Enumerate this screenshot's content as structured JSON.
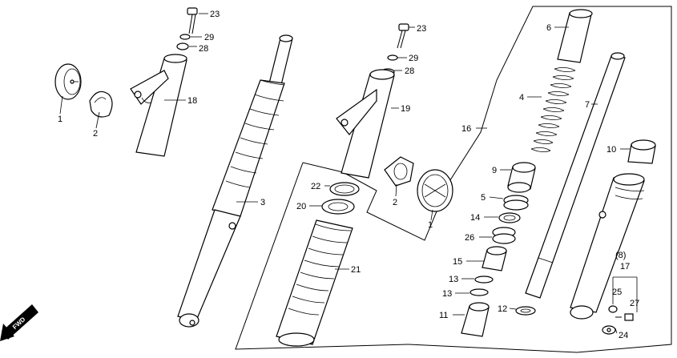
{
  "diagram": {
    "orientation_label": "FWD",
    "callouts": [
      {
        "id": "c23a",
        "text": "23"
      },
      {
        "id": "c29a",
        "text": "29"
      },
      {
        "id": "c28a",
        "text": "28"
      },
      {
        "id": "c18",
        "text": "18"
      },
      {
        "id": "c1a",
        "text": "1"
      },
      {
        "id": "c2a",
        "text": "2"
      },
      {
        "id": "c3",
        "text": "3"
      },
      {
        "id": "c23b",
        "text": "23"
      },
      {
        "id": "c29b",
        "text": "29"
      },
      {
        "id": "c28b",
        "text": "28"
      },
      {
        "id": "c19",
        "text": "19"
      },
      {
        "id": "c22",
        "text": "22"
      },
      {
        "id": "c20",
        "text": "20"
      },
      {
        "id": "c2b",
        "text": "2"
      },
      {
        "id": "c1b",
        "text": "1"
      },
      {
        "id": "c21",
        "text": "21"
      },
      {
        "id": "c16",
        "text": "16"
      },
      {
        "id": "c6",
        "text": "6"
      },
      {
        "id": "c4",
        "text": "4"
      },
      {
        "id": "c7",
        "text": "7"
      },
      {
        "id": "c9",
        "text": "9"
      },
      {
        "id": "c5",
        "text": "5"
      },
      {
        "id": "c14",
        "text": "14"
      },
      {
        "id": "c26",
        "text": "26"
      },
      {
        "id": "c15",
        "text": "15"
      },
      {
        "id": "c13a",
        "text": "13"
      },
      {
        "id": "c13b",
        "text": "13"
      },
      {
        "id": "c11",
        "text": "11"
      },
      {
        "id": "c12",
        "text": "12"
      },
      {
        "id": "c10",
        "text": "10"
      },
      {
        "id": "c8",
        "text": "(8)"
      },
      {
        "id": "c17",
        "text": "17"
      },
      {
        "id": "c25",
        "text": "25"
      },
      {
        "id": "c27",
        "text": "27"
      },
      {
        "id": "c24",
        "text": "24"
      }
    ]
  }
}
